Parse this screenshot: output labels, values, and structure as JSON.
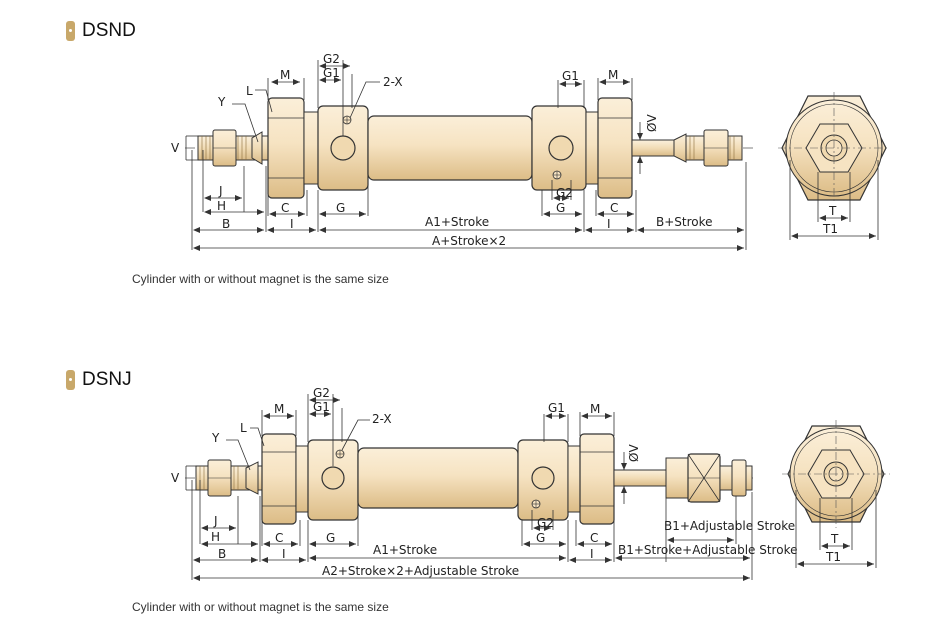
{
  "sections": [
    {
      "title": "DSND",
      "note": "Cylinder with or without magnet is the same size",
      "labels": {
        "m_left": "M",
        "g2_left": "G2",
        "g1_left": "G1",
        "x": "2-X",
        "y": "Y",
        "l": "L",
        "v_left": "V",
        "g1_right": "G1",
        "m_right": "M",
        "v_right": "ØV",
        "j": "J",
        "h": "H",
        "b": "B",
        "c_left": "C",
        "i_left": "I",
        "g_left": "G",
        "a1": "A1+Stroke",
        "g2_right": "G2",
        "g_right": "G",
        "c_right": "C",
        "i_right": "I",
        "b_right": "B+Stroke",
        "a_total": "A+Stroke×2",
        "t": "T",
        "t1": "T1"
      }
    },
    {
      "title": "DSNJ",
      "note": "Cylinder with or without magnet is the same size",
      "labels": {
        "m_left": "M",
        "g2_left": "G2",
        "g1_left": "G1",
        "x": "2-X",
        "y": "Y",
        "l": "L",
        "v_left": "V",
        "g1_right": "G1",
        "m_right": "M",
        "v_right": "ØV",
        "j": "J",
        "h": "H",
        "b": "B",
        "c_left": "C",
        "i_left": "I",
        "g_left": "G",
        "a1": "A1+Stroke",
        "g2_right": "G2",
        "g_right": "G",
        "c_right": "C",
        "i_right": "I",
        "b1_adj": "B1+Adjustable Stroke",
        "b1_stroke_adj": "B1+Stroke+Adjustable Stroke",
        "a2_total": "A2+Stroke×2+Adjustable Stroke",
        "t": "T",
        "t1": "T1"
      }
    }
  ],
  "colors": {
    "part_fill": "#f6e3c2",
    "part_shade": "#e2c594",
    "outline": "#333333",
    "accent": "#c8a86a"
  }
}
